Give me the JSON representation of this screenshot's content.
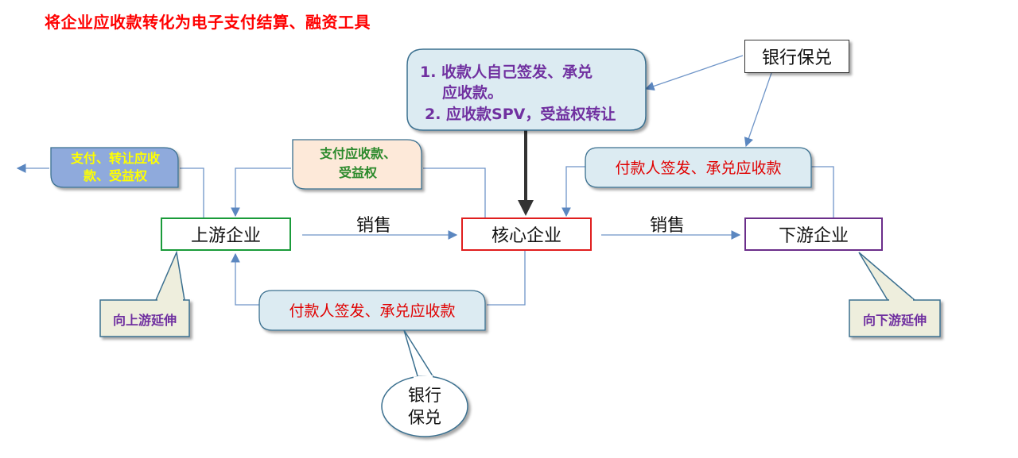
{
  "title": "将企业应收款转化为电子支付结算、融资工具",
  "nodes": {
    "upstream": "上游企业",
    "core": "核心企业",
    "downstream": "下游企业"
  },
  "bank_box": "银行保兑",
  "sales": [
    "销售",
    "销售"
  ],
  "callouts": {
    "top": {
      "line1": "1. 收款人自己签发、承兑",
      "line2": "应收款。",
      "line3": "2. 应收款SPV，受益权转让"
    },
    "supply": {
      "line1": "支付应收款、",
      "line2": "受益权"
    },
    "left": {
      "line1": "支付、转让应收",
      "line2": "款、受益权"
    },
    "pay_right": "付款人签发、承兑应收款",
    "pay_bottom": "付款人签发、承兑应收款",
    "up_extend": "向上游延伸",
    "down_extend": "向下游延伸",
    "bank_bubble": {
      "line1": "银行",
      "line2": "保兑"
    }
  },
  "colors": {
    "title": "#ff0000",
    "upstream_border": "#1a9b3a",
    "core_border": "#e01e1e",
    "downstream_border": "#6b2e8a",
    "callout_fill": "#dcebf2",
    "callout_stroke": "#3a6f8f",
    "supply_fill": "#fde9d9",
    "left_fill": "#8faadc",
    "extend_fill": "#eeeedd",
    "arrow": "#5b87c0"
  }
}
